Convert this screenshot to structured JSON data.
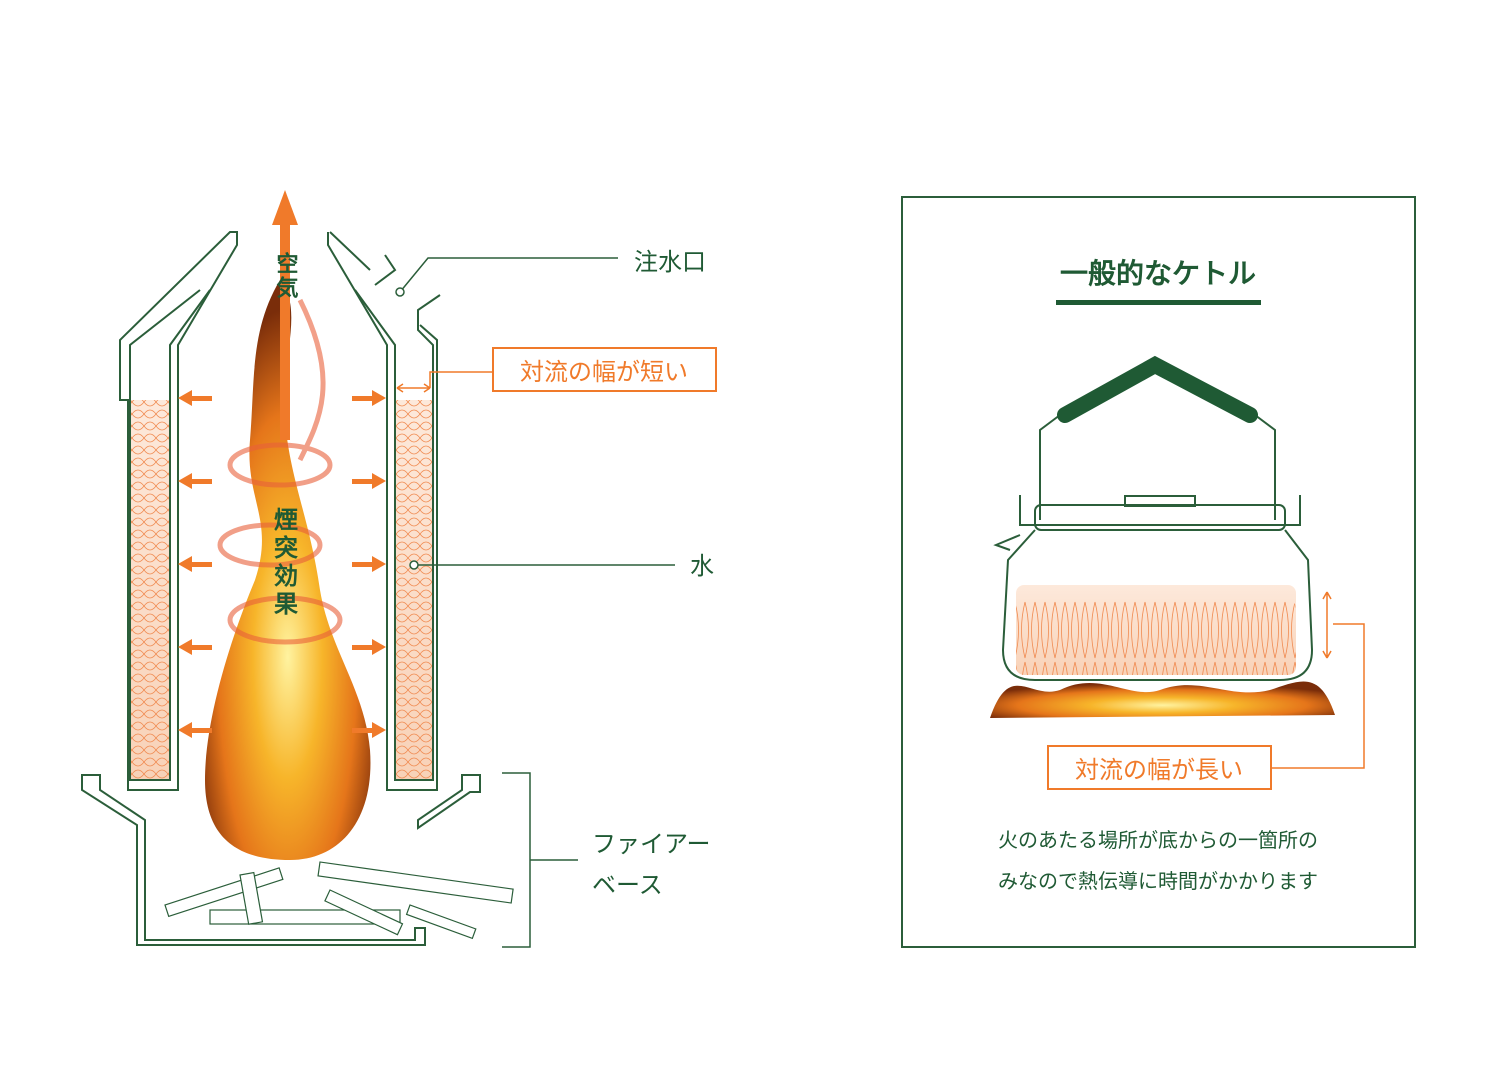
{
  "left_diagram": {
    "labels": {
      "water_inlet": "注水口",
      "short_convection": "対流の幅が短い",
      "water": "水",
      "fire_base_line1": "ファイアー",
      "fire_base_line2": "ベース",
      "air": "空気",
      "chimney_effect": [
        "煙",
        "突",
        "効",
        "果"
      ]
    }
  },
  "right_panel": {
    "title": "一般的なケトル",
    "long_convection": "対流の幅が長い",
    "description_line1": "火のあたる場所が底からの一箇所の",
    "description_line2": "みなので熱伝導に時間がかかります"
  },
  "colors": {
    "green": "#1f5a34",
    "orange": "#f07a2a",
    "water_fill": "#fbe3d3"
  }
}
